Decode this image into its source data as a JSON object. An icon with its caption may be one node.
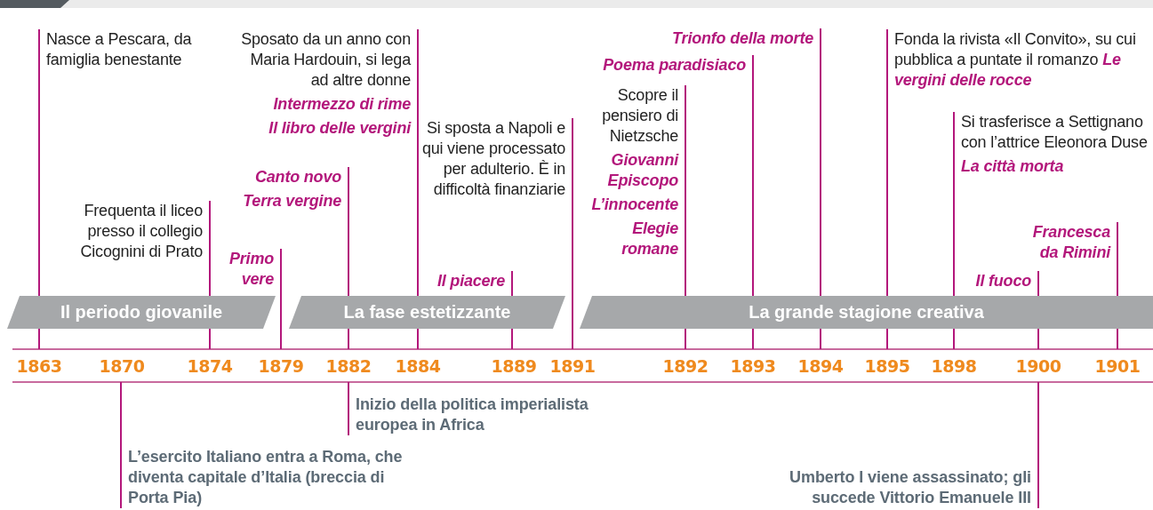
{
  "diagram": {
    "nodes": [
      {
        "text": [
          "Nasce a Pescara, da famiglia benestante"
        ]
      },
      {
        "text": [
          "Frequenta il liceo presso il collegio Cicognini di Prato"
        ]
      },
      {
        "text": [
          "Primo vere"
        ]
      },
      {
        "text": [
          "Canto novo",
          "Terra vergine"
        ]
      },
      {
        "text": [
          "Sposato da un anno con Maria Hardouin, si lega ad altre donne",
          "Intermezzo di rime",
          "Il libro delle vergini"
        ]
      },
      {
        "text": [
          "Il piacere"
        ]
      },
      {
        "text": [
          "Si sposta a Napoli e qui viene processato per adulterio. È in difficoltà finanziarie"
        ]
      },
      {
        "text": [
          "Scopre il pensiero di Nietzsche",
          "Giovanni Episcopo",
          "L’innocente",
          "Elegie romane"
        ]
      },
      {
        "text": [
          "Poema paradisiaco"
        ]
      },
      {
        "text": [
          "Trionfo della morte"
        ]
      },
      {
        "text": [
          "Fonda la rivista «Il Convito», su cui pubblica a puntate il romanzo *Le vergini delle rocce*"
        ]
      },
      {
        "text": [
          "Si trasferisce a Settignano con l’attrice Eleonora Duse",
          "La città morta"
        ]
      },
      {
        "text": [
          "Il fuoco"
        ]
      },
      {
        "text": [
          "Francesca da Rimini"
        ]
      },
      {
        "text": [
          "Il periodo giovanile"
        ]
      },
      {
        "text": [
          "La fase estetizzante"
        ]
      },
      {
        "text": [
          "La grande stagione creativa"
        ]
      },
      {
        "text": [
          "1863"
        ]
      },
      {
        "text": [
          "1870"
        ]
      },
      {
        "text": [
          "1874"
        ]
      },
      {
        "text": [
          "1879"
        ]
      },
      {
        "text": [
          "1882"
        ]
      },
      {
        "text": [
          "1884"
        ]
      },
      {
        "text": [
          "1889"
        ]
      },
      {
        "text": [
          "1891"
        ]
      },
      {
        "text": [
          "1892"
        ]
      },
      {
        "text": [
          "1893"
        ]
      },
      {
        "text": [
          "1894"
        ]
      },
      {
        "text": [
          "1895"
        ]
      },
      {
        "text": [
          "1898"
        ]
      },
      {
        "text": [
          "1900"
        ]
      },
      {
        "text": [
          "1901"
        ]
      },
      {
        "text": [
          "L’esercito Italiano entra a Roma, che diventa capitale d’Italia (breccia di Porta Pia)"
        ]
      },
      {
        "text": [
          "Inizio della politica imperialista europea in Africa"
        ]
      },
      {
        "text": [
          "Umberto I viene assassinato; gli succede Vittorio Emanuele III"
        ]
      }
    ],
    "edges": [
      {
        "from": 0,
        "to": 17,
        "arrow": "none"
      },
      {
        "from": 1,
        "to": 19,
        "arrow": "none"
      },
      {
        "from": 2,
        "to": 20,
        "arrow": "none"
      },
      {
        "from": 3,
        "to": 21,
        "arrow": "none"
      },
      {
        "from": 4,
        "to": 22,
        "arrow": "none"
      },
      {
        "from": 5,
        "to": 23,
        "arrow": "none"
      },
      {
        "from": 6,
        "to": 24,
        "arrow": "none"
      },
      {
        "from": 7,
        "to": 25,
        "arrow": "none"
      },
      {
        "from": 8,
        "to": 26,
        "arrow": "none"
      },
      {
        "from": 9,
        "to": 27,
        "arrow": "none"
      },
      {
        "from": 10,
        "to": 28,
        "arrow": "none"
      },
      {
        "from": 11,
        "to": 29,
        "arrow": "none"
      },
      {
        "from": 12,
        "to": 30,
        "arrow": "none"
      },
      {
        "from": 13,
        "to": 31,
        "arrow": "none"
      },
      {
        "from": 32,
        "to": 18,
        "arrow": "none"
      },
      {
        "from": 33,
        "to": 21,
        "arrow": "none"
      },
      {
        "from": 34,
        "to": 30,
        "arrow": "none"
      }
    ]
  }
}
